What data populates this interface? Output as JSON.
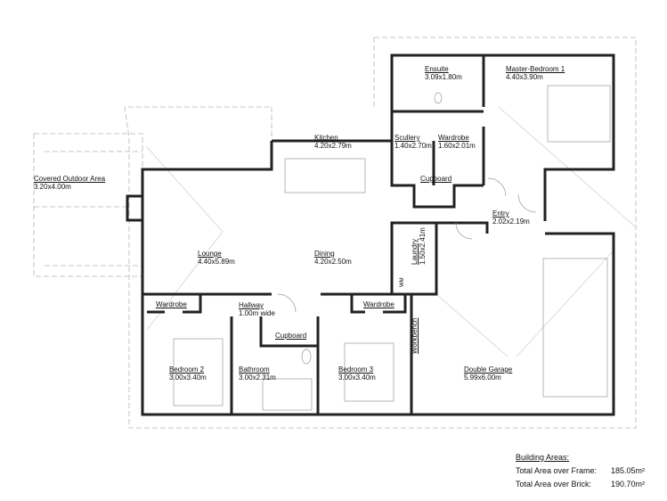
{
  "rooms": {
    "outdoor": {
      "name": "Covered Outdoor Area",
      "size": "3.20x4.00m"
    },
    "ensuite": {
      "name": "Ensuite",
      "size": "3.09x1.80m"
    },
    "master": {
      "name": "Master-Bedroom 1",
      "size": "4.40x3.90m"
    },
    "kitchen": {
      "name": "Kitchen",
      "size": "4.20x2.79m"
    },
    "scullery": {
      "name": "Scullery",
      "size": "1.40x2.70m"
    },
    "wardrobe_master": {
      "name": "Wardrobe",
      "size": "1.60x2.01m"
    },
    "cupboard_scullery": {
      "name": "Cupboard"
    },
    "entry": {
      "name": "Entry",
      "size": "2.02x2.19m"
    },
    "laundry": {
      "name": "Laundry",
      "size": "1.50x2.41m"
    },
    "wm": {
      "name": "WM"
    },
    "lounge": {
      "name": "Lounge",
      "size": "4.40x5.89m"
    },
    "dining": {
      "name": "Dining",
      "size": "4.20x2.50m"
    },
    "wardrobe_bed2": {
      "name": "Wardrobe"
    },
    "hallway": {
      "name": "Hallway",
      "size": "1.00m wide"
    },
    "wardrobe_bed3": {
      "name": "Wardrobe"
    },
    "cupboard_hall": {
      "name": "Cupboard"
    },
    "workbench": {
      "name": "Workbench"
    },
    "bedroom2": {
      "name": "Bedroom 2",
      "size": "3.00x3.40m"
    },
    "bathroom": {
      "name": "Bathroom",
      "size": "3.00x2.31m"
    },
    "bedroom3": {
      "name": "Bedroom 3",
      "size": "3.00x3.40m"
    },
    "garage": {
      "name": "Double Garage",
      "size": "5.99x6.00m"
    }
  },
  "building_areas": {
    "title": "Building Areas:",
    "rows": [
      {
        "label": "Total Area over Frame:",
        "value": "185.05m²"
      },
      {
        "label": "Total Area over Brick:",
        "value": "190.70m²"
      }
    ]
  },
  "colors": {
    "wall": "#222222",
    "roofline": "#b0b0b0"
  }
}
